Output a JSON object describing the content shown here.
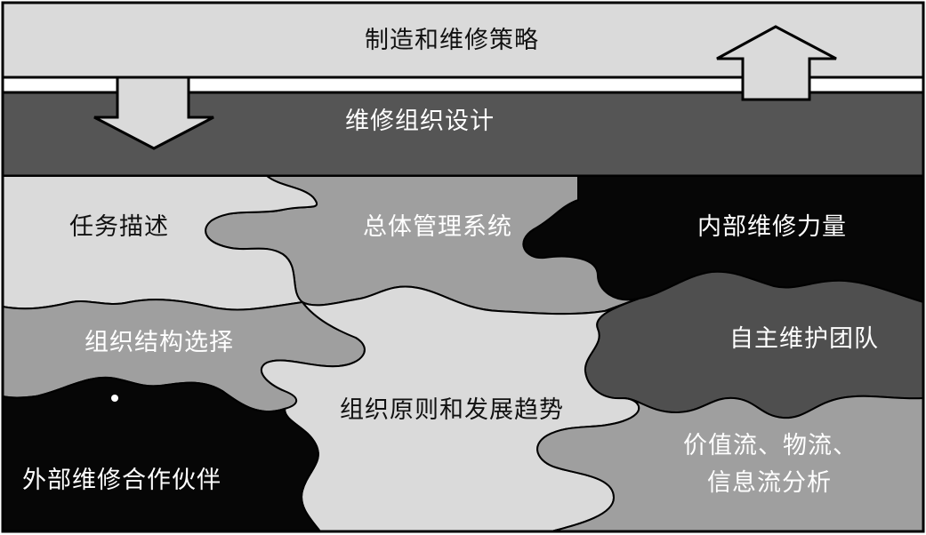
{
  "top_band": {
    "label": "制造和维修策略"
  },
  "second_band": {
    "label": "维修组织设计"
  },
  "pieces": {
    "task": {
      "label": "任务描述"
    },
    "management": {
      "label": "总体管理系统"
    },
    "internal": {
      "label": "内部维修力量"
    },
    "structure": {
      "label": "组织结构选择"
    },
    "autonomous": {
      "label": "自主维护团队"
    },
    "principles": {
      "label": "组织原则和发展趋势"
    },
    "external": {
      "label": "外部维修合作伙伴"
    },
    "flow_line1": {
      "label": "价值流、物流、"
    },
    "flow_line2": {
      "label": "信息流分析"
    }
  },
  "colors": {
    "light": "#dadada",
    "mid": "#9f9f9f",
    "dark_mid": "#4f4f4f",
    "black": "#060606",
    "band_dark": "#555555"
  }
}
